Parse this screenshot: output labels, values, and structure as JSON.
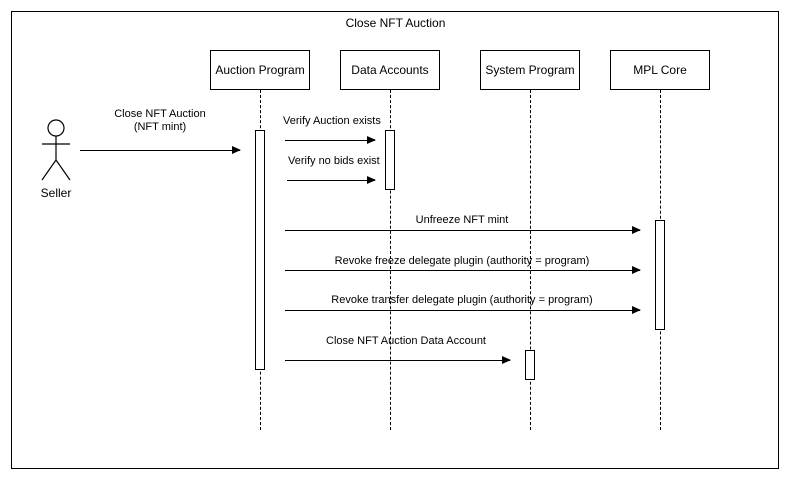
{
  "diagram": {
    "title": "Close NFT Auction",
    "actor": {
      "label": "Seller"
    },
    "participants": [
      {
        "id": "auction",
        "label": "Auction Program"
      },
      {
        "id": "data",
        "label": "Data Accounts"
      },
      {
        "id": "system",
        "label": "System Program"
      },
      {
        "id": "mpl",
        "label": "MPL Core"
      }
    ],
    "messages": [
      {
        "id": "m1",
        "from": "Seller",
        "to": "Auction Program",
        "line1": "Close NFT Auction",
        "line2": "(NFT mint)"
      },
      {
        "id": "m2",
        "from": "Auction Program",
        "to": "Data Accounts",
        "label": "Verify Auction exists"
      },
      {
        "id": "m3",
        "from": "Auction Program",
        "to": "Data Accounts",
        "label": "Verify no bids exist"
      },
      {
        "id": "m4",
        "from": "Auction Program",
        "to": "MPL Core",
        "label": "Unfreeze NFT mint"
      },
      {
        "id": "m5",
        "from": "Auction Program",
        "to": "MPL Core",
        "label": "Revoke freeze delegate plugin (authority = program)"
      },
      {
        "id": "m6",
        "from": "Auction Program",
        "to": "MPL Core",
        "label": "Revoke transfer delegate plugin (authority = program)"
      },
      {
        "id": "m7",
        "from": "Auction Program",
        "to": "System Program",
        "label": "Close NFT Auction Data Account"
      }
    ]
  }
}
